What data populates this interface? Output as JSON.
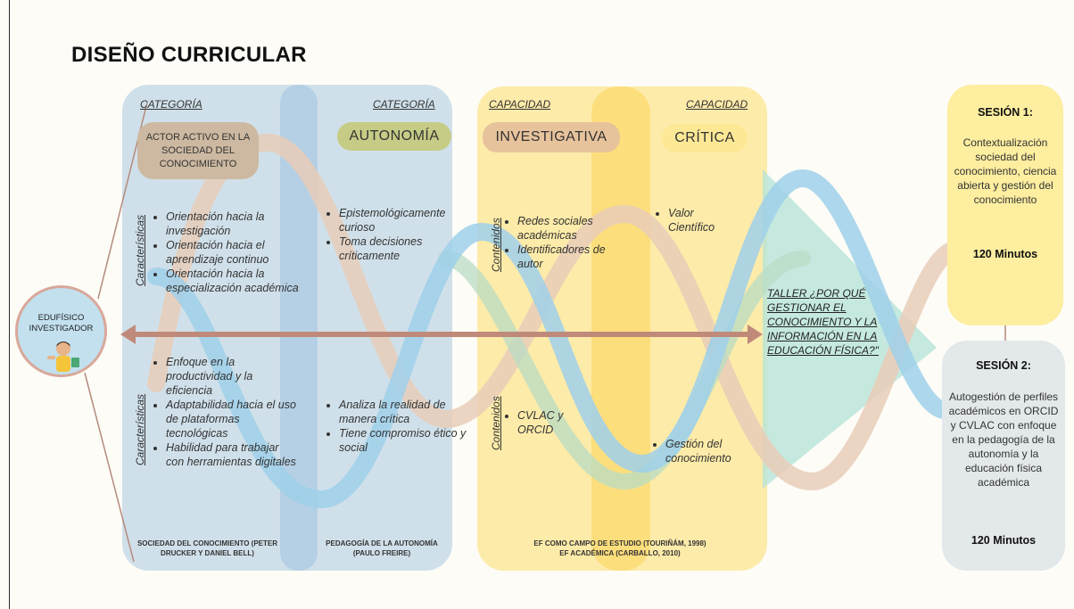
{
  "title": "DISEÑO CURRICULAR",
  "center": {
    "line1": "EDUFÍSICO",
    "line2": "INVESTIGADOR"
  },
  "colors": {
    "panel_blue": "#c7d9e6",
    "panel_yellow": "#fde79a",
    "arrow": "#c08a7b",
    "wave_blue": "#9fd0ea",
    "wave_tan": "#e6c9b4"
  },
  "col1": {
    "header": "CATEGORÍA",
    "pill": "ACTOR ACTIVO EN LA SOCIEDAD DEL CONOCIMIENTO",
    "label_top": "Características",
    "label_bottom": "Características",
    "top_items": [
      "Orientación hacia la investigación",
      "Orientación hacia el aprendizaje continuo",
      "Orientación hacia la especialización académica"
    ],
    "bottom_items": [
      "Enfoque en la productividad y la eficiencia",
      "Adaptabilidad hacia el uso de plataformas tecnológicas",
      "Habilidad para trabajar con herramientas digitales"
    ],
    "footer": "SOCIEDAD DEL CONOCIMIENTO (PETER DRUCKER Y DANIEL BELL)"
  },
  "col2": {
    "header": "CATEGORÍA",
    "pill": "AUTONOMÍA",
    "top_items": [
      "Epistemológicamente curioso",
      "Toma decisiones críticamente"
    ],
    "bottom_items": [
      "Analiza la realidad de manera crítica",
      "Tiene compromiso ético y social"
    ],
    "footer": "PEDAGOGÍA DE LA AUTONOMÍA (PAULO FREIRE)"
  },
  "col3": {
    "header": "CAPACIDAD",
    "pill": "INVESTIGATIVA",
    "label_top": "Contenidos",
    "label_bottom": "Contenidos",
    "top_items": [
      "Redes sociales académicas",
      "Identificadores de autor"
    ],
    "bottom_items": [
      "CVLAC y ORCID"
    ],
    "footer_line1": "EF COMO CAMPO DE ESTUDIO (TOURIÑÁM, 1998)",
    "footer_line2": "EF ACADÉMICA (CARBALLO, 2010)"
  },
  "col4": {
    "header": "CAPACIDAD",
    "pill": "CRÍTICA",
    "top_items": [
      "Valor Científico"
    ],
    "bottom_items": [
      "Gestión del conocimiento"
    ]
  },
  "taller": "TALLER ¿POR QUÉ GESTIONAR EL CONOCIMIENTO Y LA INFORMACIÓN EN LA EDUCACIÓN FÍSICA?\"",
  "session1": {
    "title": "SESIÓN 1:",
    "body": "Contextualización sociedad del conocimiento, ciencia abierta y gestión del conocimiento",
    "duration": "120 Minutos"
  },
  "session2": {
    "title": "SESIÓN 2:",
    "body": "Autogestión de perfiles académicos en ORCID y CVLAC con enfoque en la pedagogía de la autonomía y la educación física académica",
    "duration": "120 Minutos"
  },
  "icons": {
    "avatar": "student-avatar-icon"
  }
}
